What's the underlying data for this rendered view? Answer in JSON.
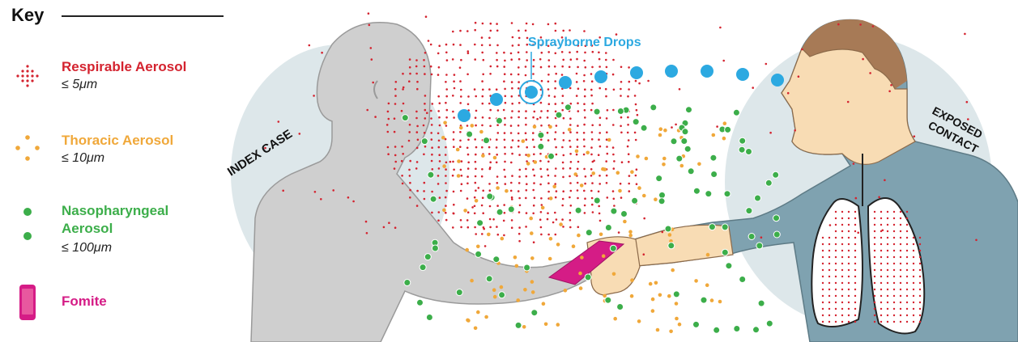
{
  "key": {
    "title": "Key",
    "items": [
      {
        "id": "respirable",
        "name": "Respirable Aerosol",
        "size": "≤ 5μm",
        "color": "#d4232f",
        "icon": "respirable-aerosol-icon"
      },
      {
        "id": "thoracic",
        "name": "Thoracic Aerosol",
        "size": "≤ 10μm",
        "color": "#f0a83a",
        "icon": "thoracic-aerosol-icon"
      },
      {
        "id": "nasopharyngeal",
        "name_line1": "Nasopharyngeal",
        "name_line2": "Aerosol",
        "size": "≤ 100μm",
        "color": "#3cae4a",
        "icon": "nasopharyngeal-aerosol-icon"
      },
      {
        "id": "fomite",
        "name": "Fomite",
        "color": "#d51c86",
        "icon": "phone-fomite-icon"
      }
    ]
  },
  "labels": {
    "sprayborne": "Sprayborne Drops",
    "index_line1": "INDEX CASE",
    "exposed_line1": "EXPOSED",
    "exposed_line2": "CONTACT"
  },
  "colors": {
    "sprayborne": "#2ca9e1",
    "respirable": "#d4232f",
    "thoracic": "#f0a83a",
    "nasopharyngeal": "#3cae4a",
    "fomite": "#d51c86",
    "skin": "#f8dcb4",
    "shirt": "#7fa2b0",
    "background_circle": "#dde7ea",
    "index_figure": "#cfcfcf"
  }
}
